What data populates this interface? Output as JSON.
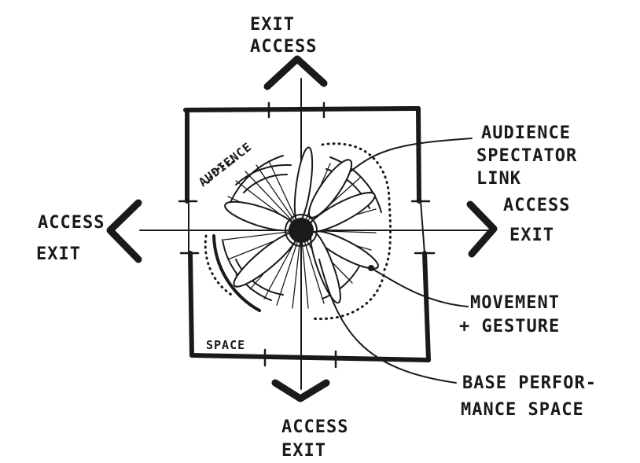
{
  "colors": {
    "ink": "#1a1a1a",
    "paper": "#ffffff"
  },
  "labels": {
    "top_exit": [
      "EXIT",
      "ACCESS"
    ],
    "left_exit": [
      "ACCESS",
      "EXIT"
    ],
    "right_exit": [
      "ACCESS",
      "EXIT"
    ],
    "bottom_exit": [
      "ACCESS",
      "EXIT"
    ],
    "audience": "AUDIENCE",
    "space": "SPACE",
    "audience_link": [
      "AUDIENCE",
      "SPECTATOR",
      "LINK"
    ],
    "movement": [
      "MOVEMENT",
      "+ GESTURE"
    ],
    "base_performance": [
      "BASE PERFOR-",
      "MANCE SPACE"
    ]
  },
  "icons": [
    "arrow-up-icon",
    "arrow-down-icon",
    "arrow-left-icon",
    "arrow-right-icon"
  ]
}
